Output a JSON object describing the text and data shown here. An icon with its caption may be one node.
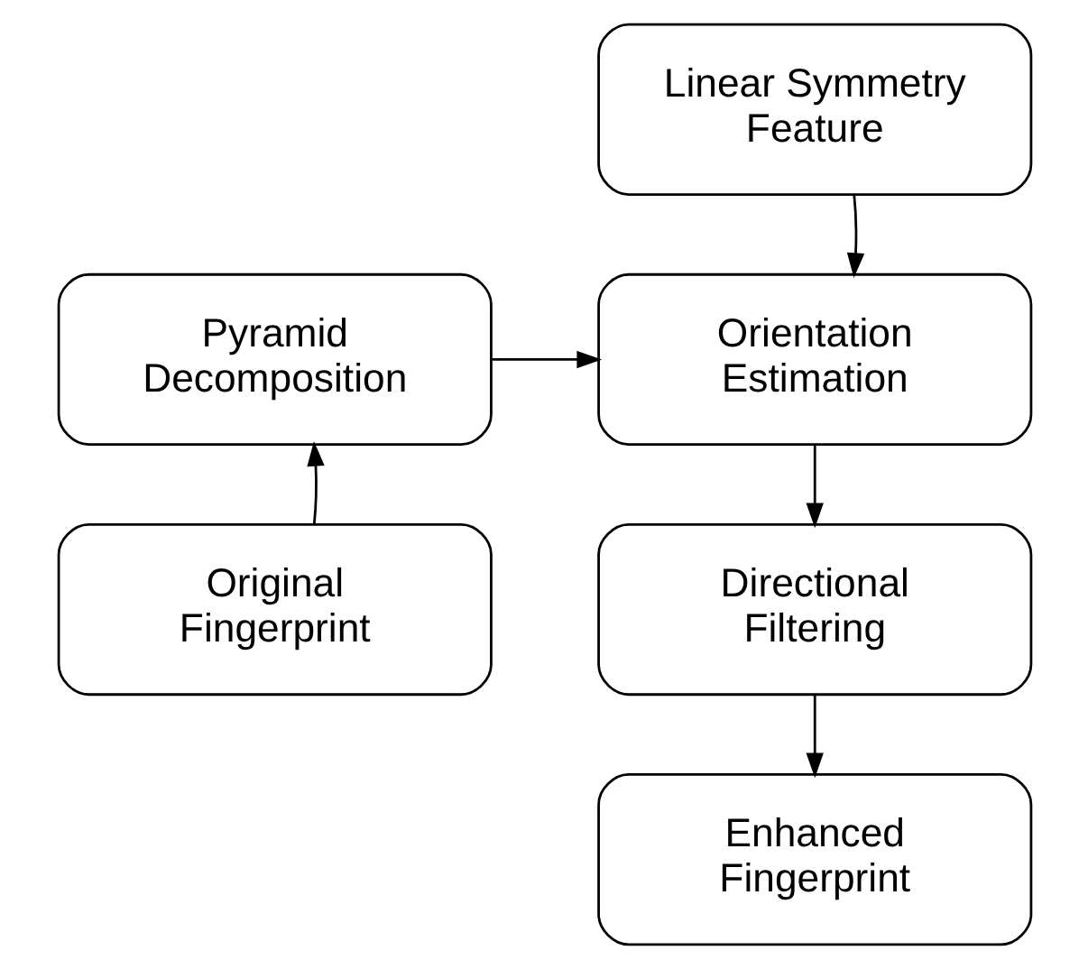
{
  "diagram": {
    "nodes": [
      {
        "text": [
          "Linear Symmetry Feature"
        ]
      },
      {
        "text": [
          "Pyramid Decomposition"
        ]
      },
      {
        "text": [
          "Orientation Estimation"
        ]
      },
      {
        "text": [
          "Original Fingerprint"
        ]
      },
      {
        "text": [
          "Directional Filtering"
        ]
      },
      {
        "text": [
          "Enhanced Fingerprint"
        ]
      }
    ],
    "edges": [
      {
        "from": 0,
        "to": 2,
        "arrow": "to"
      },
      {
        "from": 1,
        "to": 2,
        "arrow": "to"
      },
      {
        "from": 3,
        "to": 1,
        "arrow": "to"
      },
      {
        "from": 2,
        "to": 4,
        "arrow": "to"
      },
      {
        "from": 4,
        "to": 5,
        "arrow": "to"
      }
    ]
  }
}
